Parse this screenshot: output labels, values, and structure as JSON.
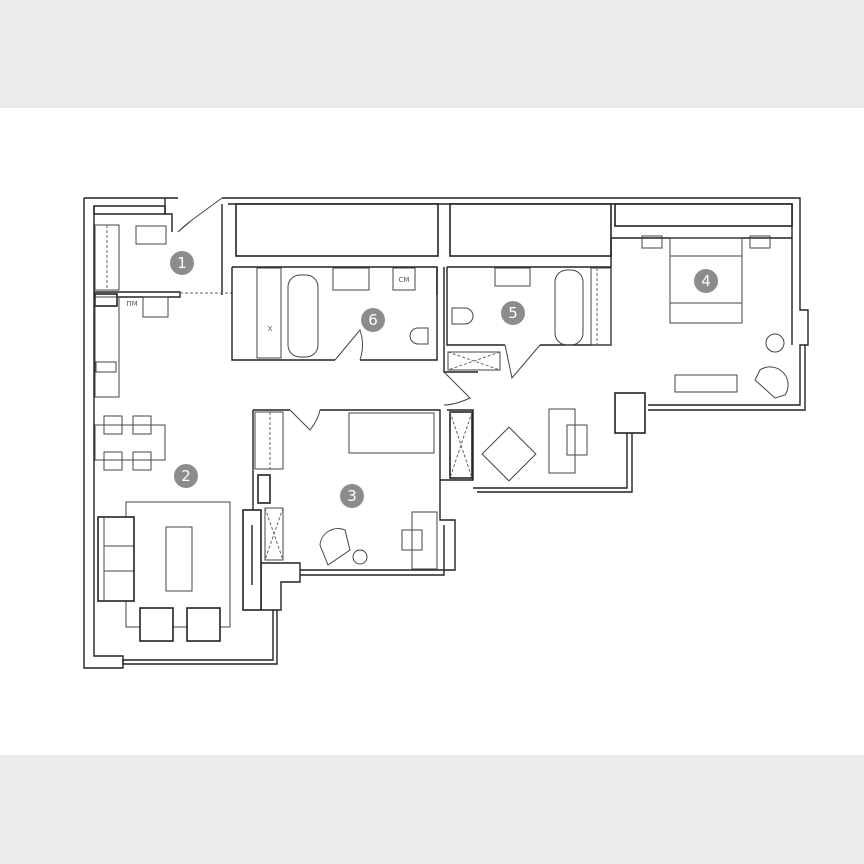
{
  "plan": {
    "rooms": [
      {
        "number": "1"
      },
      {
        "number": "2"
      },
      {
        "number": "3"
      },
      {
        "number": "4"
      },
      {
        "number": "5"
      },
      {
        "number": "6"
      }
    ],
    "fixture_labels": {
      "dishwasher": "ПМ",
      "washing_machine": "СМ",
      "fridge": "Х"
    },
    "colors": {
      "badge": "#8c8c8c",
      "walls": "#222222",
      "background_bands": "#ebebeb"
    }
  }
}
